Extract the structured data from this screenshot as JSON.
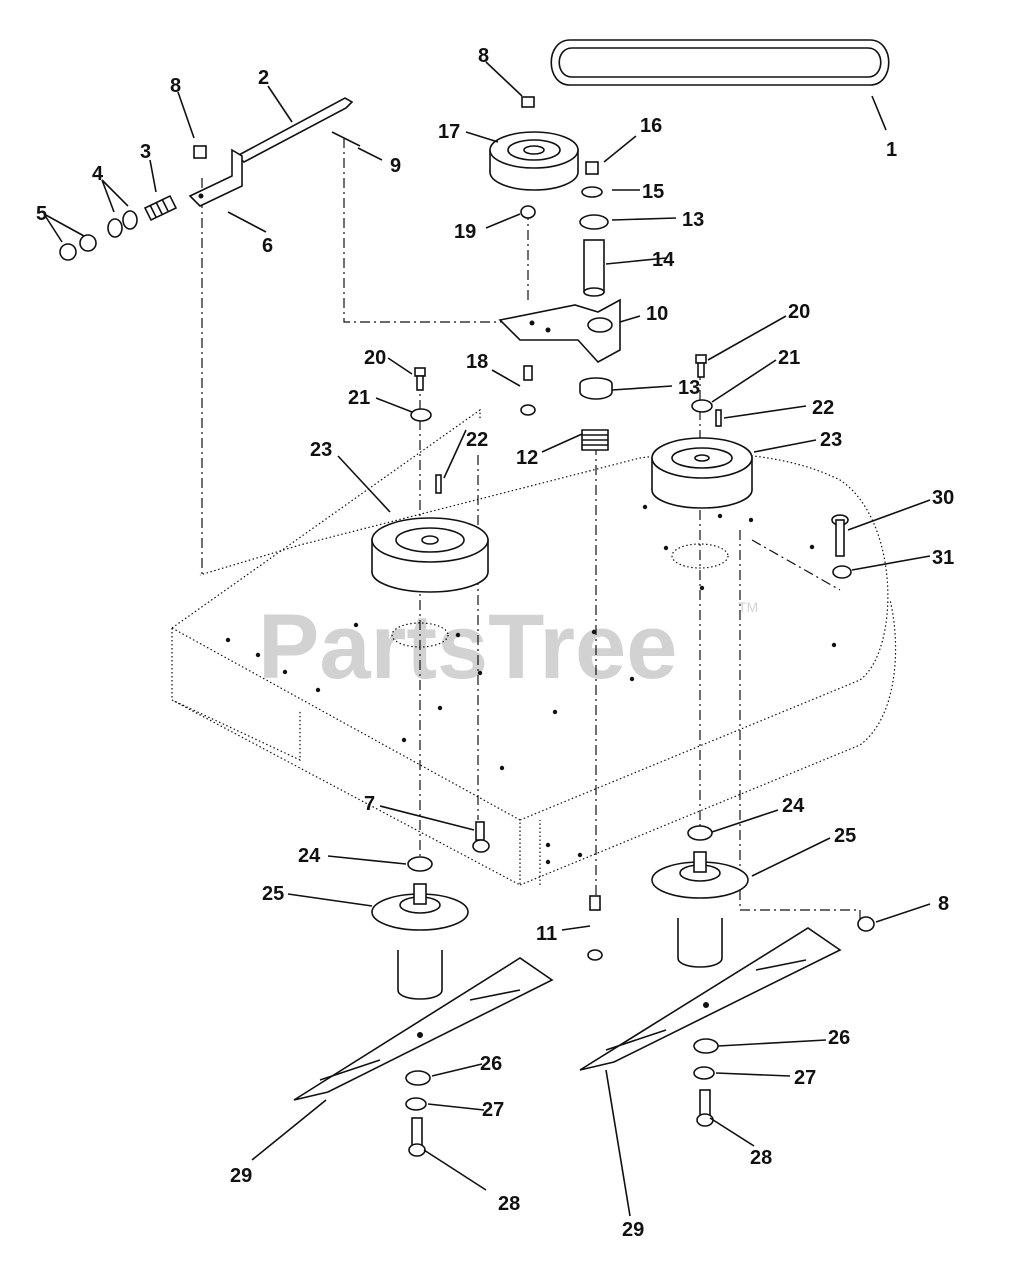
{
  "watermark": {
    "text": "PartsTree",
    "tm": "TM"
  },
  "callouts": [
    "1",
    "2",
    "3",
    "4",
    "5",
    "6",
    "8",
    "8",
    "8",
    "9",
    "10",
    "11",
    "12",
    "13",
    "13",
    "14",
    "15",
    "16",
    "17",
    "18",
    "19",
    "20",
    "20",
    "21",
    "21",
    "22",
    "22",
    "23",
    "23",
    "24",
    "24",
    "25",
    "25",
    "26",
    "26",
    "27",
    "27",
    "28",
    "28",
    "29",
    "29",
    "30",
    "31",
    "7"
  ]
}
